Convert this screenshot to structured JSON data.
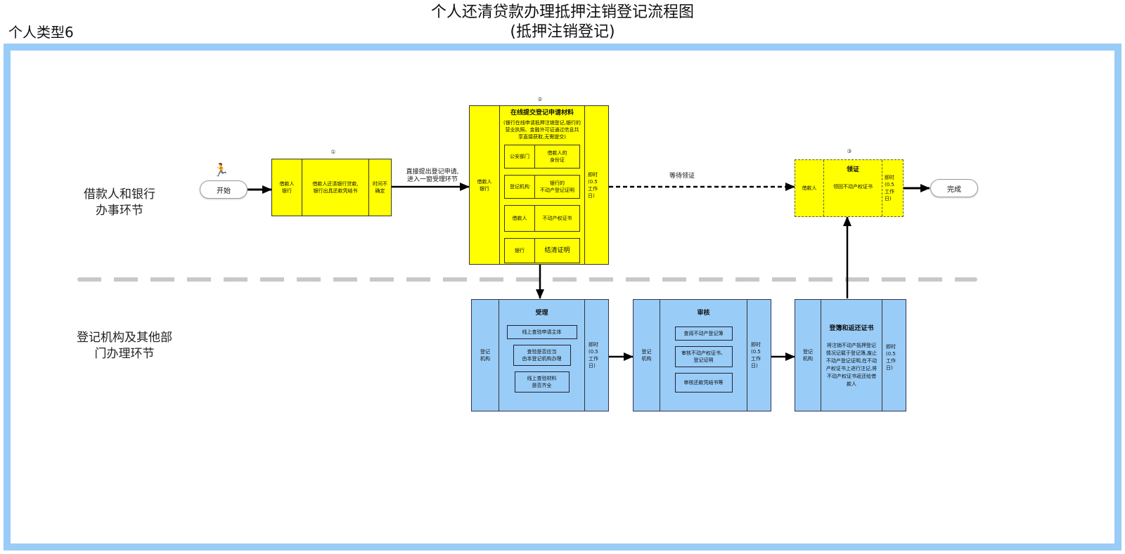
{
  "corner_label": "个人类型6",
  "title": {
    "line1": "个人还清贷款办理抵押注销登记流程图",
    "line2": "(抵押注销登记)"
  },
  "lanes": [
    {
      "label_line1": "借款人和银行",
      "label_line2": "办事环节"
    },
    {
      "label_line1": "登记机构及其他部",
      "label_line2": "门办理环节"
    }
  ],
  "start": {
    "label": "开始",
    "icon": "runner-icon"
  },
  "end": {
    "label": "完成"
  },
  "steps": {
    "step1": {
      "number": "①",
      "actor": "借款人\n银行",
      "actor_line1": "借款人",
      "actor_line2": "银行",
      "desc_line1": "借款人还清银行贷款,",
      "desc_line2": "银行出具还款凭结书",
      "time_line1": "时间不",
      "time_line2": "确定"
    },
    "step2": {
      "number": "②",
      "actor_line1": "借款人",
      "actor_line2": "银行",
      "title": "在线提交登记申请材料",
      "note": "(银行在线申请抵押注销登记,银行的营业执照、金融许可证通过信息共享直接获取,无需提交)",
      "materials": [
        {
          "source": "公安部门",
          "item_line1": "借款人的",
          "item_line2": "身份证"
        },
        {
          "source": "登记机构",
          "item_line1": "银行的",
          "item_line2": "不动产登记证明"
        },
        {
          "source": "借款人",
          "item_line1": "不动产权证书",
          "item_line2": ""
        },
        {
          "source": "银行",
          "item_line1": "结清证明",
          "item_line2": ""
        }
      ],
      "time_line1": "即时",
      "time_line2": "(0.5",
      "time_line3": "工作",
      "time_line4": "日)"
    },
    "step3": {
      "number": "③",
      "actor": "借款人",
      "title": "领证",
      "desc": "领回不动产权证书",
      "time_line1": "即时",
      "time_line2": "(0.5",
      "time_line3": "工作",
      "time_line4": "日)"
    },
    "accept": {
      "actor_line1": "登记",
      "actor_line2": "机构",
      "title": "受理",
      "items": [
        {
          "line1": "线上查验申请主体",
          "line2": ""
        },
        {
          "line1": "查验是否应当",
          "line2": "由本登记机构办理"
        },
        {
          "line1": "线上查验材料",
          "line2": "是否齐全"
        }
      ],
      "time_line1": "即时",
      "time_line2": "(0.5",
      "time_line3": "工作",
      "time_line4": "日)"
    },
    "review": {
      "actor_line1": "登记",
      "actor_line2": "机构",
      "title": "审核",
      "items": [
        {
          "line1": "查阅不动产登记簿",
          "line2": ""
        },
        {
          "line1": "审核不动产权证书、",
          "line2": "登记证明"
        },
        {
          "line1": "审核还款凭结书等",
          "line2": ""
        }
      ],
      "time_line1": "即时",
      "time_line2": "(0.5",
      "time_line3": "工作",
      "time_line4": "日)"
    },
    "register": {
      "actor_line1": "登记",
      "actor_line2": "机构",
      "title": "登簿和返还证书",
      "desc": "将注销不动产抵押登记情况记载于登记簿,废止不动产登记证明,在不动产权证书上进行注记,将不动产权证书返还给借款人",
      "time_line1": "即时",
      "time_line2": "(0.5",
      "time_line3": "工作",
      "time_line4": "日)"
    }
  },
  "arrow_labels": {
    "submit_line1": "直接提出登记申请,",
    "submit_line2": "进入一窗受理环节",
    "wait": "等待领证"
  },
  "colors": {
    "frame": "#99ccf7",
    "borrower_lane_box": "#ffff00",
    "registry_lane_box": "#99ccf7",
    "divider": "#c8c8c8"
  }
}
